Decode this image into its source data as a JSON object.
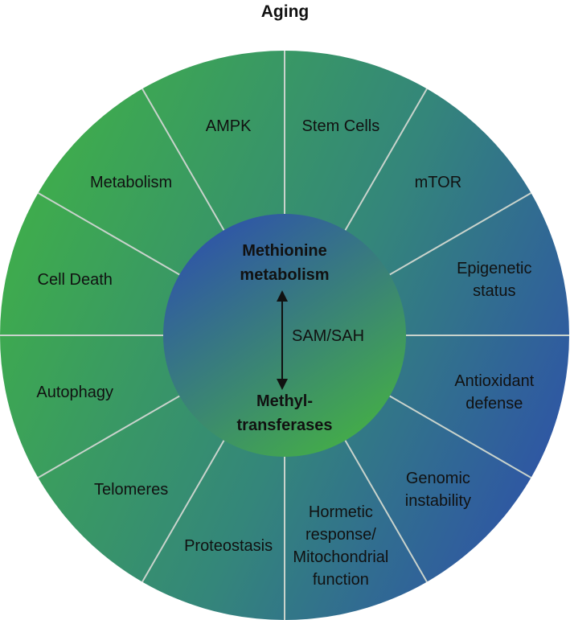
{
  "title": "Aging",
  "center": {
    "top_lines": [
      "Methionine",
      "metabolism"
    ],
    "middle": "SAM/SAH",
    "bottom_lines": [
      "Methyl-",
      "transferases"
    ]
  },
  "segments": [
    {
      "lines": [
        "Stem Cells"
      ]
    },
    {
      "lines": [
        "mTOR"
      ]
    },
    {
      "lines": [
        "Epigenetic",
        "status"
      ]
    },
    {
      "lines": [
        "Antioxidant",
        "defense"
      ]
    },
    {
      "lines": [
        "Genomic",
        "instability"
      ]
    },
    {
      "lines": [
        "Hormetic",
        "response/",
        "Mitochondrial",
        "function"
      ]
    },
    {
      "lines": [
        "Proteostasis"
      ]
    },
    {
      "lines": [
        "Telomeres"
      ]
    },
    {
      "lines": [
        "Autophagy"
      ]
    },
    {
      "lines": [
        "Cell Death"
      ]
    },
    {
      "lines": [
        "Metabolism"
      ]
    },
    {
      "lines": [
        "AMPK"
      ]
    }
  ],
  "colors": {
    "green": "#3fae4a",
    "blue": "#2f55a6",
    "divider": "#c9d3cc",
    "arrow": "#111111"
  }
}
